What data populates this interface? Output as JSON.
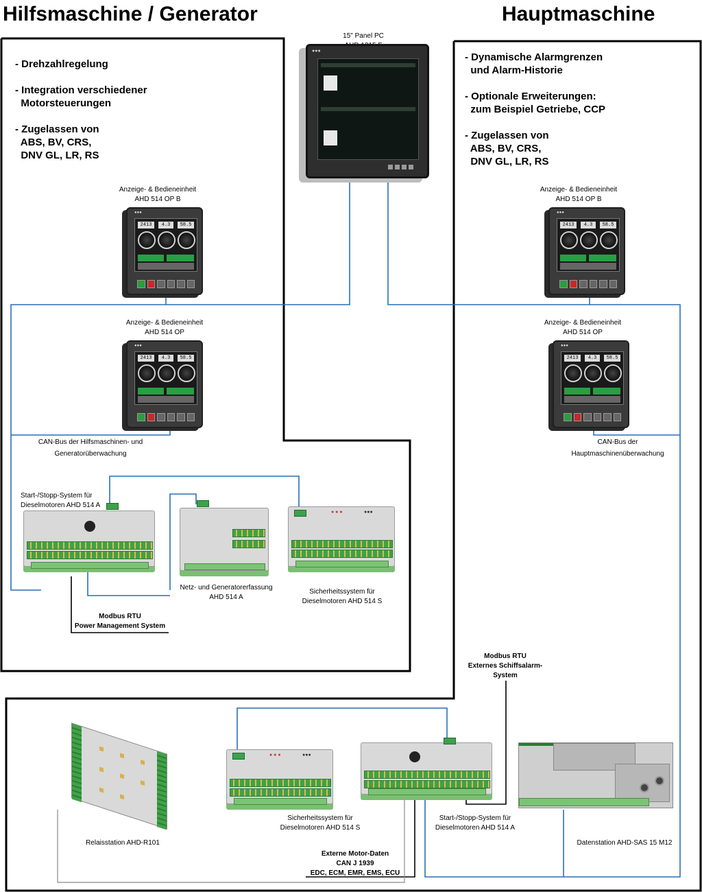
{
  "headings": {
    "left": "Hilfsmaschine / Generator",
    "right": "Hauptmaschine"
  },
  "features_left": [
    "- Drehzahlregelung",
    "- Integration verschiedener\n  Motorsteuerungen",
    "- Zugelassen von\n  ABS, BV, CRS,\n  DNV GL, LR, RS"
  ],
  "features_right": [
    "- Dynamische Alarmgrenzen\n  und Alarm-Historie",
    "- Optionale Erweiterungen:\n  zum Beispiel Getriebe, CCP",
    "- Zugelassen von\n  ABS, BV, CRS,\n  DNV GL, LR, RS"
  ],
  "devices": {
    "panel_pc": {
      "line1": "15\" Panel PC",
      "line2": "AHD 1215 F"
    },
    "left_op_b": {
      "line1": "Anzeige- & Bedieneinheit",
      "line2": "AHD 514 OP B"
    },
    "left_op": {
      "line1": "Anzeige- & Bedieneinheit",
      "line2": "AHD 514 OP"
    },
    "right_op_b": {
      "line1": "Anzeige- & Bedieneinheit",
      "line2": "AHD 514 OP B"
    },
    "right_op": {
      "line1": "Anzeige- & Bedieneinheit",
      "line2": "AHD 514 OP"
    },
    "left_start_stop": {
      "line1": "Start-/Stopp-System für",
      "line2": "Dieselmotoren AHD 514 A"
    },
    "netz_generator": {
      "line1": "Netz- und Generatorerfassung",
      "line2": "AHD 514 A"
    },
    "left_safety": {
      "line1": "Sicherheitssystem für",
      "line2": "Dieselmotoren AHD 514 S"
    },
    "relais": {
      "line1": "Relaisstation AHD-R101"
    },
    "bottom_safety": {
      "line1": "Sicherheitssystem für",
      "line2": "Dieselmotoren AHD 514 S"
    },
    "bottom_start_stop": {
      "line1": "Start-/Stopp-System für",
      "line2": "Dieselmotoren AHD 514 A"
    },
    "datastation": {
      "line1": "Datenstation AHD-SAS 15 M12"
    }
  },
  "buses": {
    "can_left": {
      "line1": "CAN-Bus der Hilfsmaschinen- und",
      "line2": "Generatorüberwachung"
    },
    "can_right": {
      "line1": "CAN-Bus der",
      "line2": "Hauptmaschinenüberwachung"
    },
    "modbus_pms": {
      "line1": "Modbus RTU",
      "line2": "Power Management System"
    },
    "modbus_alarm": {
      "line1": "Modbus RTU",
      "line2": "Externes Schiffsalarm-",
      "line3": "System"
    },
    "external_motor": {
      "line1": "Externe Motor-Daten",
      "line2": "CAN J 1939",
      "line3": "EDC, ECM, EMR, EMS, ECU"
    }
  },
  "display_values": {
    "rpm": "2413",
    "v1": "4.3",
    "v2": "58.5"
  },
  "colors": {
    "bus_blue": "#2a6fb5",
    "line_black": "#000000",
    "line_grey": "#777777"
  }
}
